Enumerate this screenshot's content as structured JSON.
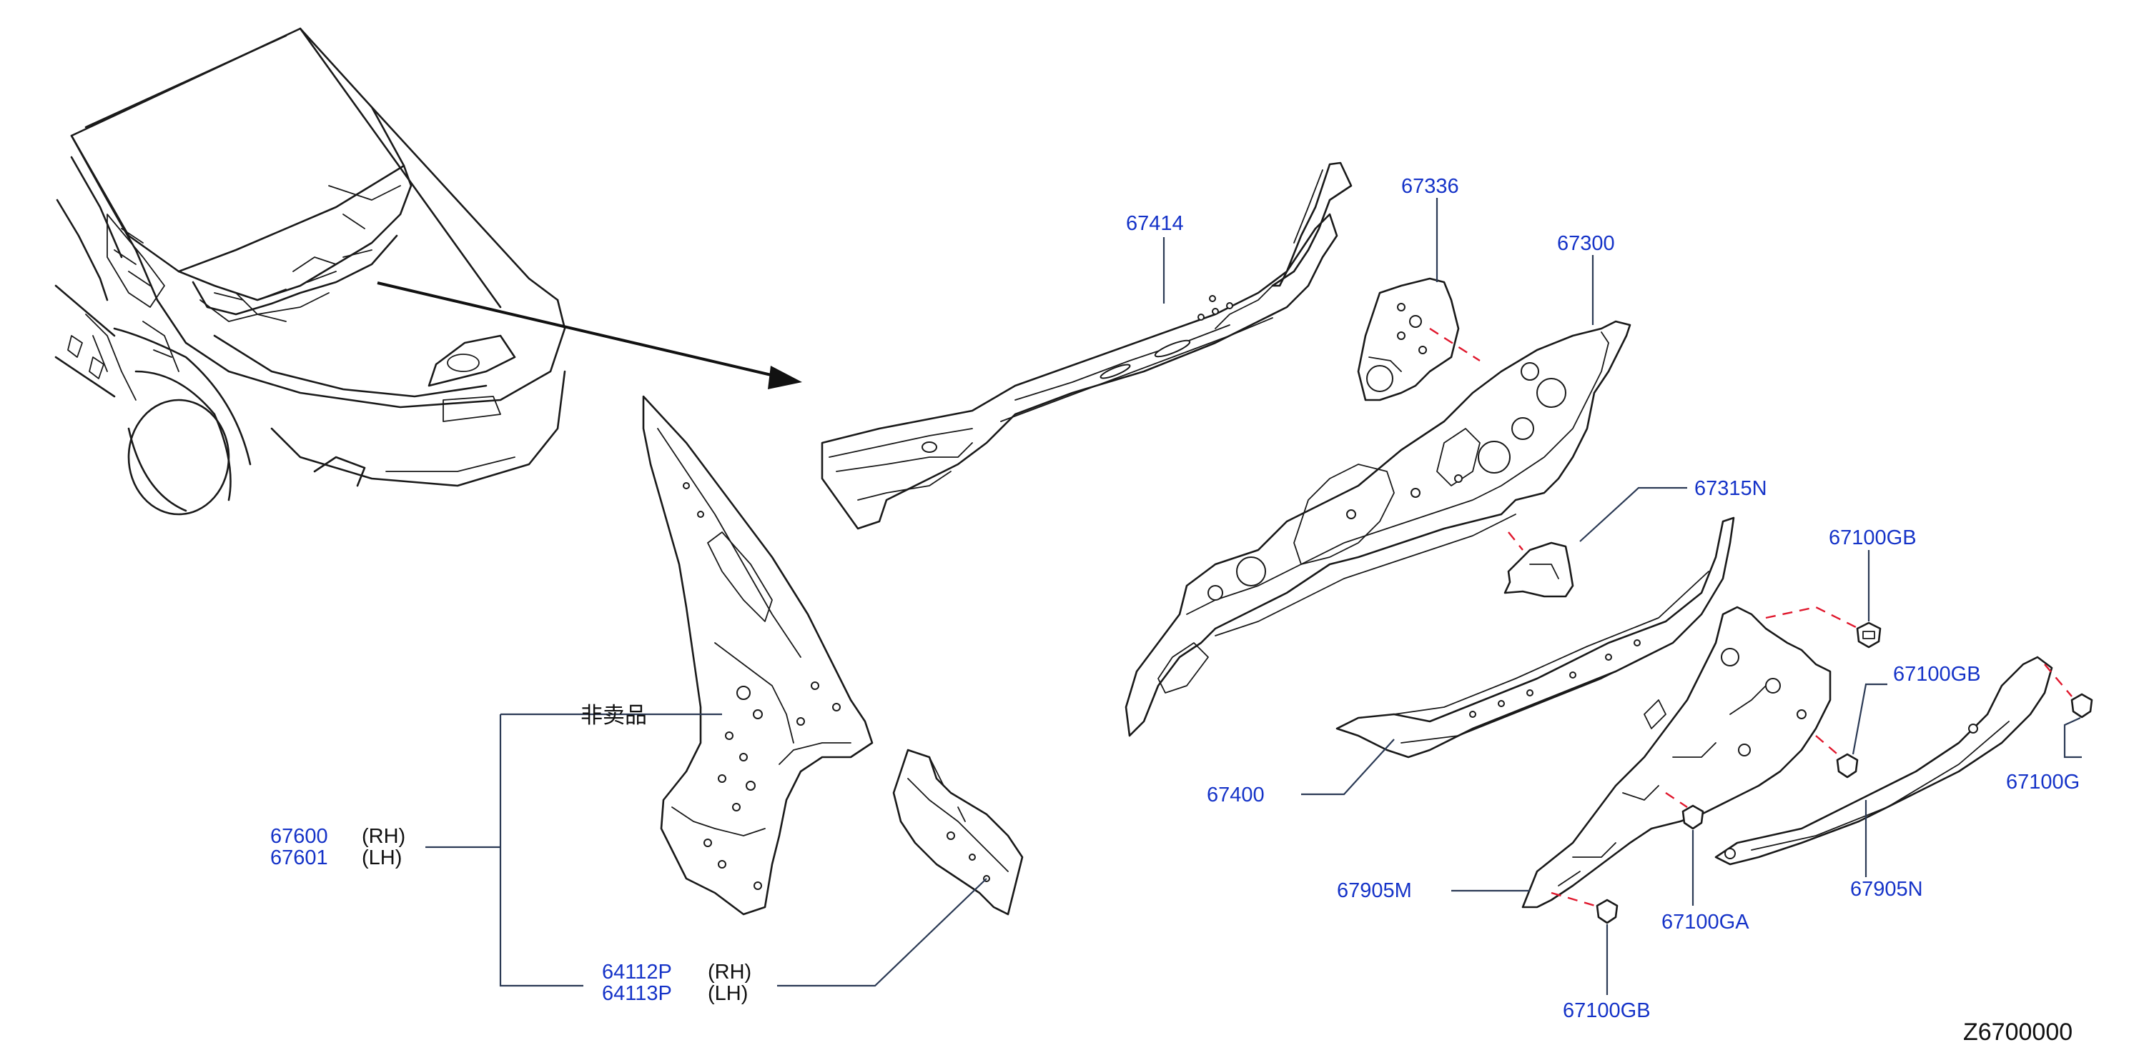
{
  "diagram": {
    "callouts": {
      "p67414": "67414",
      "p67336": "67336",
      "p67300": "67300",
      "p67315N": "67315N",
      "p67100GB_top": "67100GB",
      "p67100GB_mid": "67100GB",
      "p67100G": "67100G",
      "p67400": "67400",
      "p67905M": "67905M",
      "p67100GA": "67100GA",
      "p67905N": "67905N",
      "p67100GB_bottom": "67100GB",
      "p67600": "67600",
      "p67601": "67601",
      "p64112P": "64112P",
      "p64113P": "64113P"
    },
    "sides": {
      "rh1": "(RH)",
      "lh1": "(LH)",
      "rh2": "(RH)",
      "lh2": "(LH)"
    },
    "not_for_sale": "非卖品",
    "diagram_code": "Z6700000"
  },
  "colors": {
    "part_number": "#1533c8",
    "dashed_line": "#e0182d",
    "line_art": "#1a1a1a",
    "leader": "#2b3a55"
  }
}
